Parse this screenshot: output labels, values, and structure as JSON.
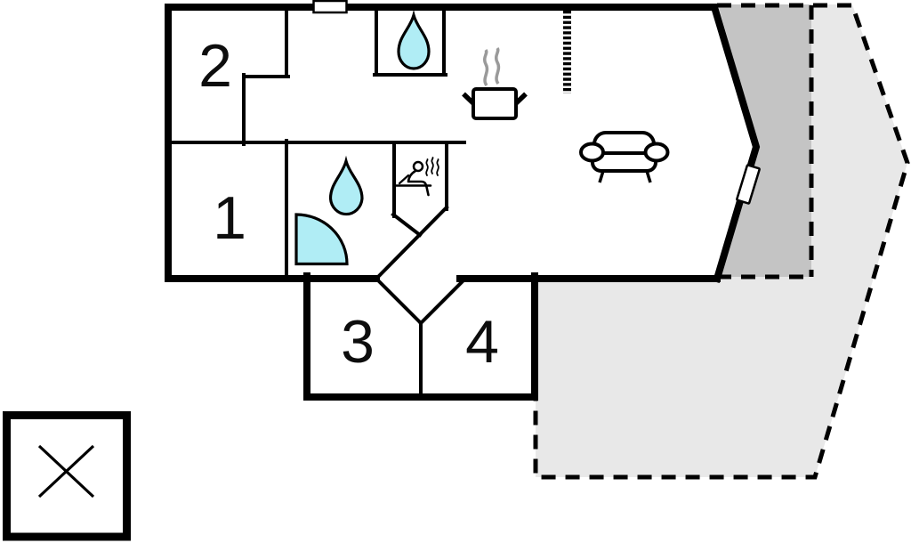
{
  "plan": {
    "type": "vacation-house-floor-plan",
    "rooms": {
      "bedroom1": {
        "label": "1"
      },
      "bedroom2": {
        "label": "2"
      },
      "bedroom3": {
        "label": "3"
      },
      "bedroom4": {
        "label": "4"
      }
    },
    "symbols": [
      "window",
      "entrance-door",
      "water-drop-wc",
      "water-drop-bathroom",
      "shower-quarter-circle",
      "sauna-person-with-steam",
      "stove-pot-with-steam",
      "sofa",
      "loft-ladder-dashed",
      "covered-terrace",
      "open-terrace",
      "annex-crossed-box"
    ]
  },
  "colors": {
    "wall": "#000000",
    "water": "#b0edf5",
    "terrace_covered": "#c4c4c4",
    "terrace_open": "#e8e8e8",
    "steam_gray": "#9a9a9a",
    "background": "#ffffff"
  }
}
